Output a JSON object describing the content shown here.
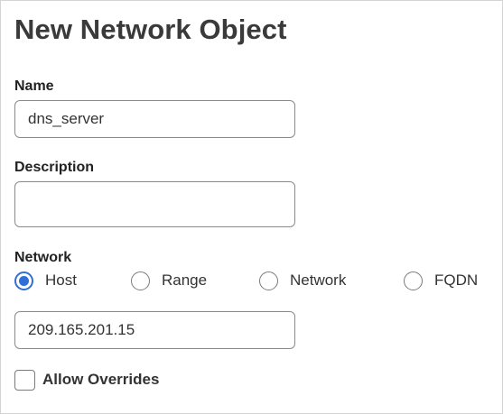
{
  "dialog": {
    "title": "New Network Object"
  },
  "form": {
    "name": {
      "label": "Name",
      "value": "dns_server"
    },
    "description": {
      "label": "Description",
      "value": ""
    },
    "network": {
      "label": "Network",
      "options": [
        {
          "label": "Host",
          "selected": true
        },
        {
          "label": "Range",
          "selected": false
        },
        {
          "label": "Network",
          "selected": false
        },
        {
          "label": "FQDN",
          "selected": false
        }
      ],
      "value": "209.165.201.15"
    },
    "allow_overrides": {
      "label": "Allow Overrides",
      "checked": false
    }
  },
  "colors": {
    "accent": "#2f6fd6",
    "border": "#8a8a8a",
    "text": "#333333"
  }
}
